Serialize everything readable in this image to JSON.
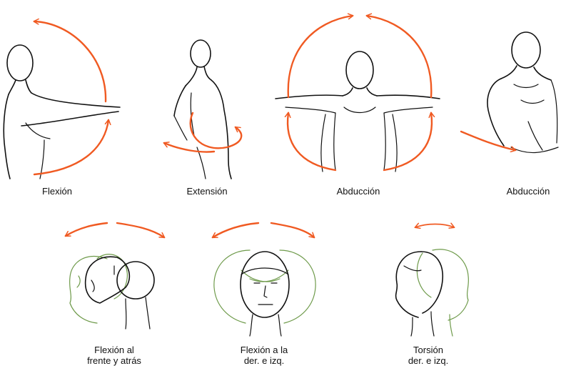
{
  "colors": {
    "line": "#111111",
    "arrow": "#f05a22",
    "ghost_outline": "#6e9a4a",
    "background": "#ffffff"
  },
  "labels": {
    "flexion": "Flexión",
    "extension": "Extensión",
    "abduccion_front": "Abducción",
    "abduccion_side": "Abducción",
    "neck_flexion_line1": "Flexión al",
    "neck_flexion_line2": "frente y atrás",
    "neck_lateral_line1": "Flexión a la",
    "neck_lateral_line2": "der. e izq.",
    "torsion_line1": "Torsión",
    "torsion_line2": "der. e izq."
  }
}
